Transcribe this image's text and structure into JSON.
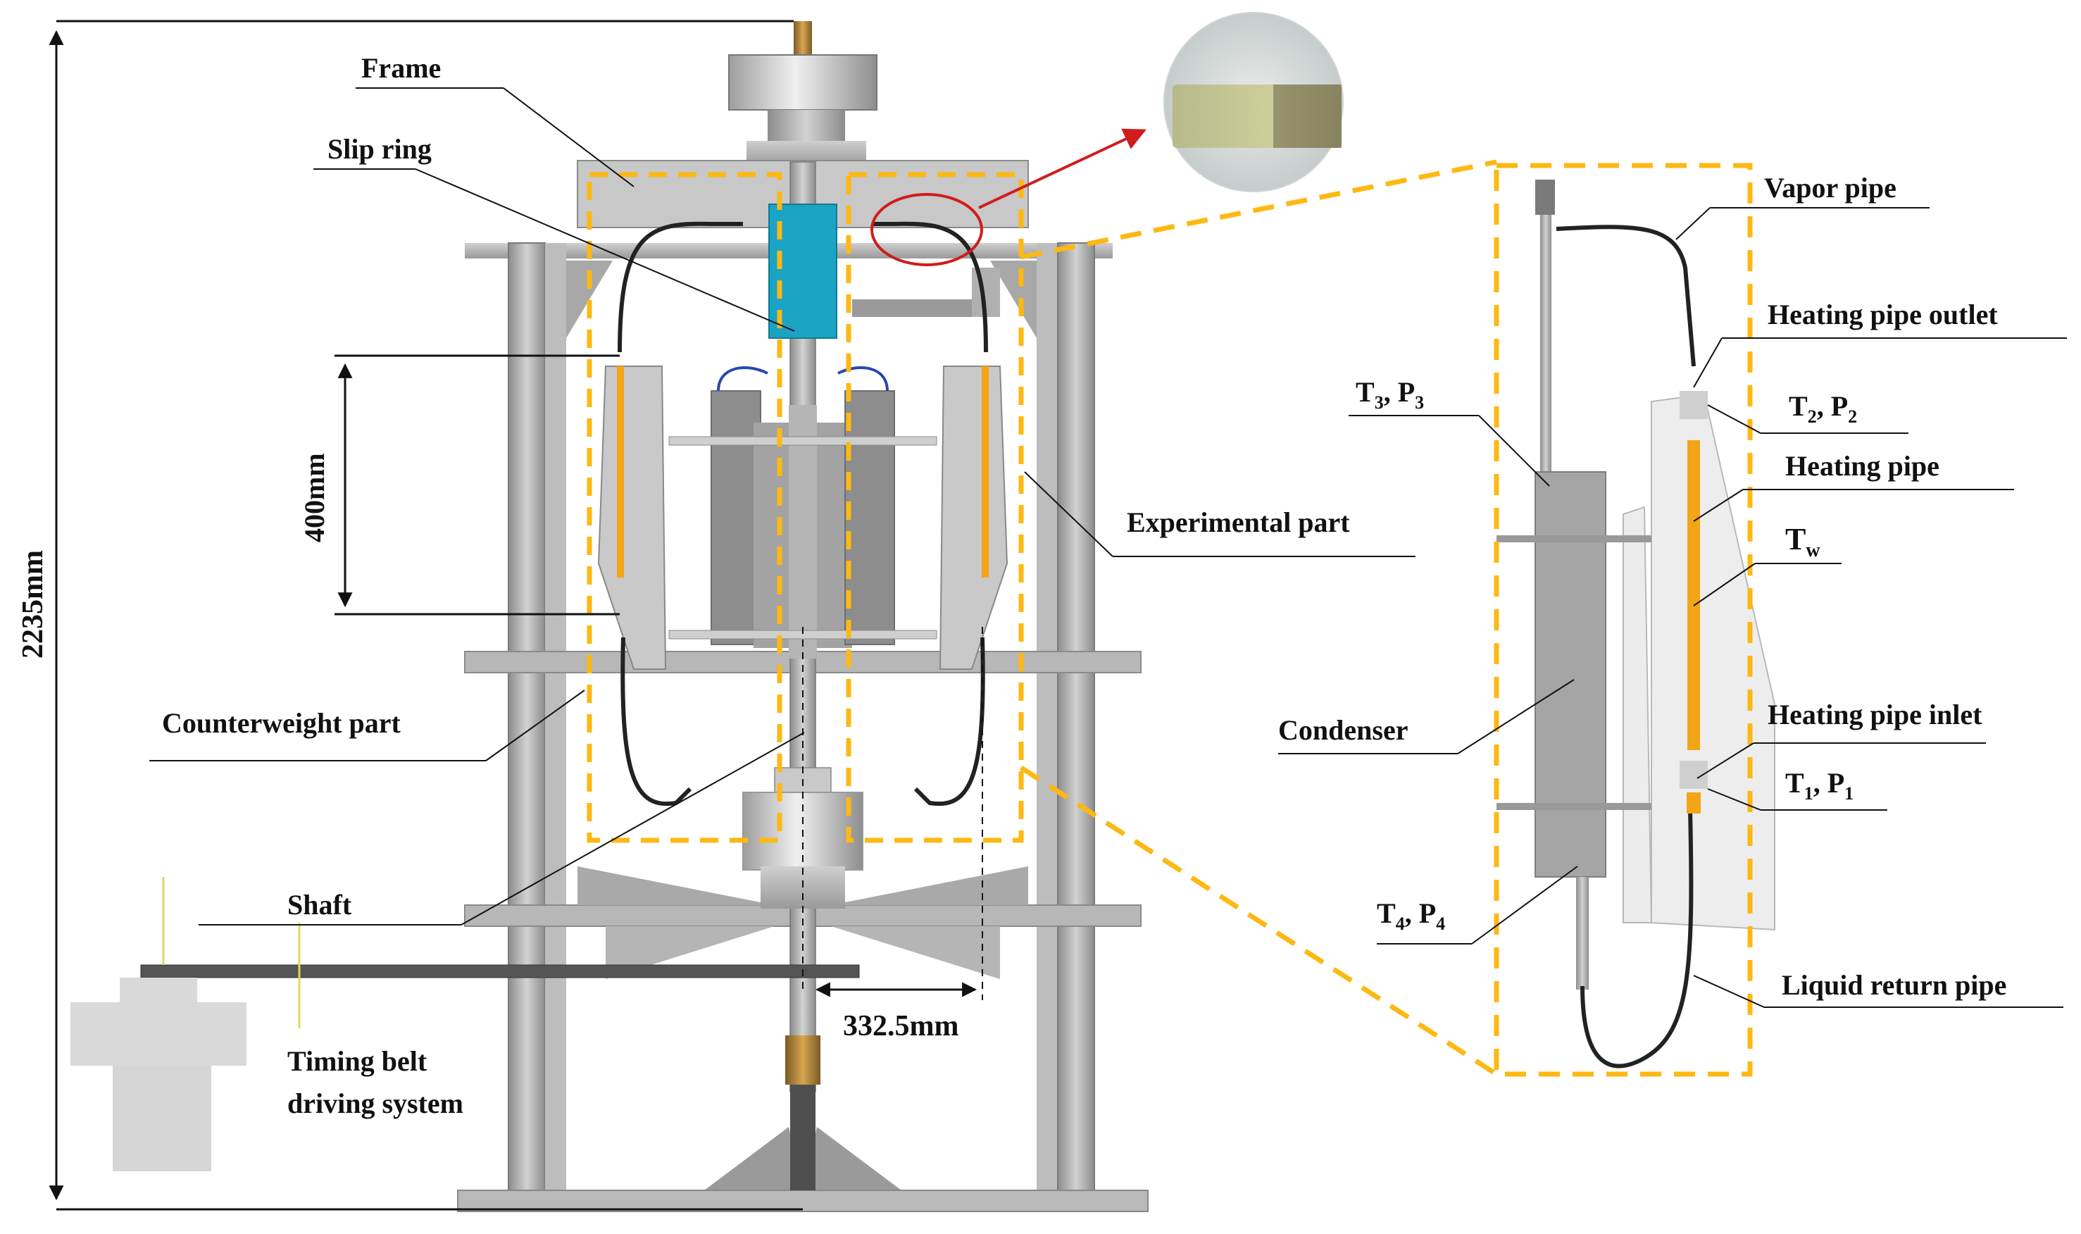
{
  "labels": {
    "frame": "Frame",
    "slip_ring": "Slip ring",
    "experimental_part": "Experimental part",
    "counterweight_part": "Counterweight part",
    "shaft": "Shaft",
    "timing_belt_line1": "Timing belt",
    "timing_belt_line2": "driving system",
    "vapor_pipe": "Vapor pipe",
    "heating_pipe_outlet": "Heating pipe outlet",
    "heating_pipe": "Heating pipe",
    "heating_pipe_inlet": "Heating pipe inlet",
    "condenser": "Condenser",
    "liquid_return_pipe": "Liquid return pipe"
  },
  "dimensions": {
    "total_height": "2235mm",
    "section_height": "400mm",
    "radius": "332.5mm"
  },
  "sensors": {
    "t2p2": {
      "t": "T",
      "t_sub": "2",
      "sep": ",  ",
      "p": "P",
      "p_sub": "2"
    },
    "t3p3": {
      "t": "T",
      "t_sub": "3",
      "sep": ",  ",
      "p": "P",
      "p_sub": "3"
    },
    "t1p1": {
      "t": "T",
      "t_sub": "1",
      "sep": ",  ",
      "p": "P",
      "p_sub": "1"
    },
    "t4p4": {
      "t": "T",
      "t_sub": "4",
      "sep": ",  ",
      "p": "P",
      "p_sub": "4"
    },
    "tw": {
      "t": "T",
      "t_sub": "w"
    }
  },
  "colors": {
    "dashed_box": "#FDB813",
    "heating_pipe": "#F2A516",
    "slip_ring": "#1BA3C4",
    "highlight": "#D01C1C",
    "metal": "#A9A9A9"
  }
}
